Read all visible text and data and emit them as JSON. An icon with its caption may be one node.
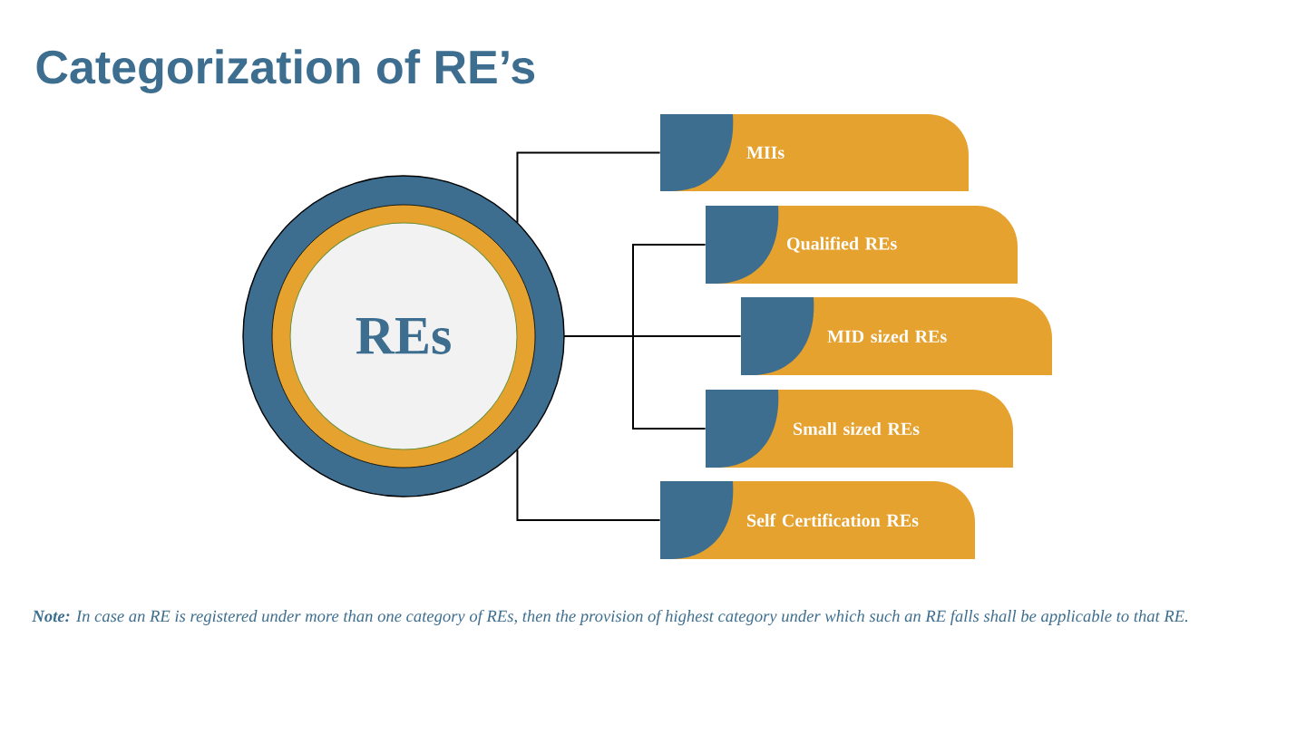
{
  "diagram": {
    "title": "Categorization of RE’s",
    "nodes": [
      {
        "text": [
          "REs"
        ]
      },
      {
        "text": [
          "MIIs"
        ]
      },
      {
        "text": [
          "Qualified REs"
        ]
      },
      {
        "text": [
          "MID sized REs"
        ]
      },
      {
        "text": [
          "Small sized REs"
        ]
      },
      {
        "text": [
          "Self Certification REs"
        ]
      }
    ],
    "edges": [
      {
        "from": 0,
        "to": 1,
        "arrow": "none"
      },
      {
        "from": 0,
        "to": 2,
        "arrow": "none"
      },
      {
        "from": 0,
        "to": 3,
        "arrow": "none"
      },
      {
        "from": 0,
        "to": 4,
        "arrow": "none"
      },
      {
        "from": 0,
        "to": 5,
        "arrow": "none"
      }
    ],
    "labels": [
      "**Note:** In case an RE is registered under more than one category of REs, then the provision of highest category under which such an RE falls shall be applicable to that RE."
    ]
  }
}
